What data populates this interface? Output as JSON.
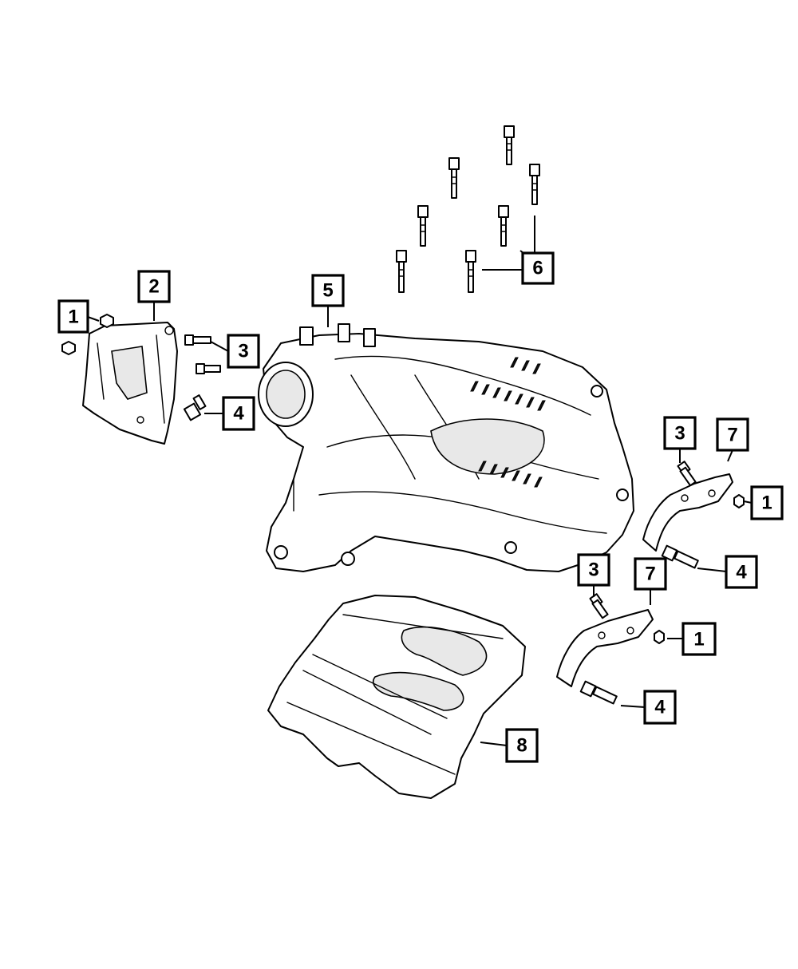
{
  "diagram": {
    "callouts": [
      {
        "id": "c1a",
        "label": "1"
      },
      {
        "id": "c2",
        "label": "2"
      },
      {
        "id": "c3a",
        "label": "3"
      },
      {
        "id": "c4a",
        "label": "4"
      },
      {
        "id": "c5",
        "label": "5"
      },
      {
        "id": "c6",
        "label": "6"
      },
      {
        "id": "c3b",
        "label": "3"
      },
      {
        "id": "c7a",
        "label": "7"
      },
      {
        "id": "c1b",
        "label": "1"
      },
      {
        "id": "c4b",
        "label": "4"
      },
      {
        "id": "c3c",
        "label": "3"
      },
      {
        "id": "c7b",
        "label": "7"
      },
      {
        "id": "c1c",
        "label": "1"
      },
      {
        "id": "c4c",
        "label": "4"
      },
      {
        "id": "c8",
        "label": "8"
      }
    ],
    "colors": {
      "line": "#000000",
      "background": "#ffffff",
      "shade": "#e8e8e8"
    }
  }
}
